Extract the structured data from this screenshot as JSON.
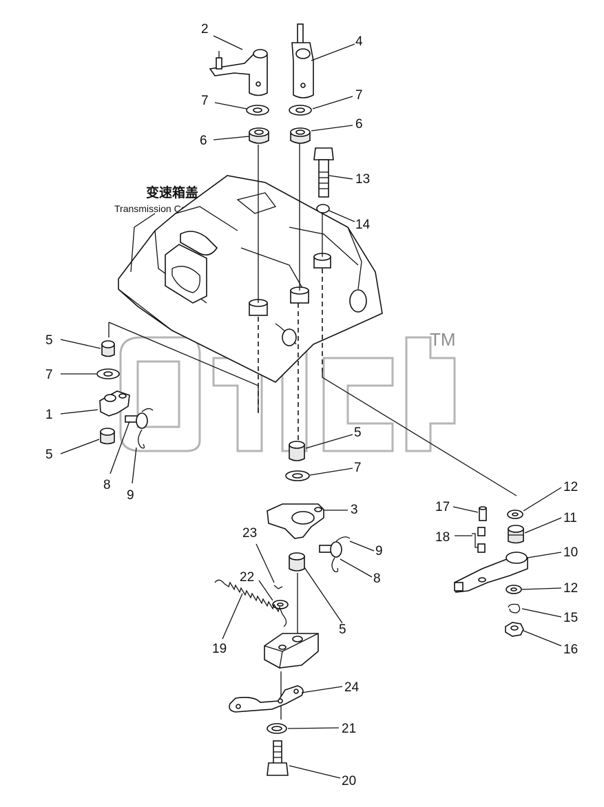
{
  "title": {
    "cn": "变速箱盖",
    "en": "Transmission Cover"
  },
  "watermark": {
    "tm": "TM"
  },
  "callouts": [
    {
      "id": "c2a",
      "label": "2"
    },
    {
      "id": "c4a",
      "label": "4"
    },
    {
      "id": "c7a",
      "label": "7"
    },
    {
      "id": "c7b",
      "label": "7"
    },
    {
      "id": "c6a",
      "label": "6"
    },
    {
      "id": "c6b",
      "label": "6"
    },
    {
      "id": "c13",
      "label": "13"
    },
    {
      "id": "c14",
      "label": "14"
    },
    {
      "id": "c5a",
      "label": "5"
    },
    {
      "id": "c7c",
      "label": "7"
    },
    {
      "id": "c1",
      "label": "1"
    },
    {
      "id": "c5b",
      "label": "5"
    },
    {
      "id": "c8a",
      "label": "8"
    },
    {
      "id": "c9a",
      "label": "9"
    },
    {
      "id": "c5c",
      "label": "5"
    },
    {
      "id": "c7d",
      "label": "7"
    },
    {
      "id": "c3",
      "label": "3"
    },
    {
      "id": "c23",
      "label": "23"
    },
    {
      "id": "c9b",
      "label": "9"
    },
    {
      "id": "c22",
      "label": "22"
    },
    {
      "id": "c8b",
      "label": "8"
    },
    {
      "id": "c5d",
      "label": "5"
    },
    {
      "id": "c19",
      "label": "19"
    },
    {
      "id": "c24",
      "label": "24"
    },
    {
      "id": "c21",
      "label": "21"
    },
    {
      "id": "c20",
      "label": "20"
    },
    {
      "id": "c12a",
      "label": "12"
    },
    {
      "id": "c17",
      "label": "17"
    },
    {
      "id": "c11",
      "label": "11"
    },
    {
      "id": "c18",
      "label": "18"
    },
    {
      "id": "c10",
      "label": "10"
    },
    {
      "id": "c12b",
      "label": "12"
    },
    {
      "id": "c15",
      "label": "15"
    },
    {
      "id": "c16",
      "label": "16"
    }
  ]
}
